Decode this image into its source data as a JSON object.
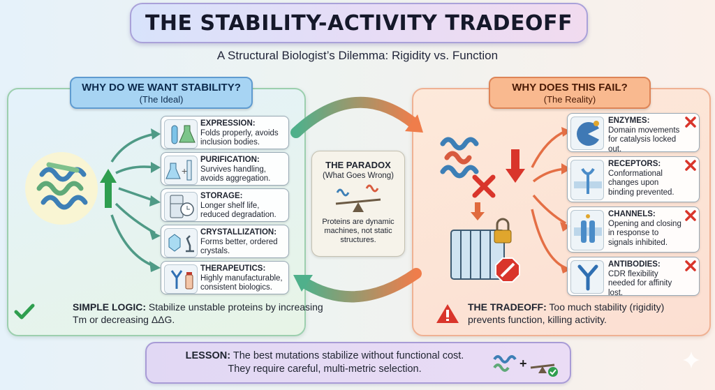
{
  "header": {
    "title": "THE STABILITY-ACTIVITY TRADEOFF",
    "subtitle": "A Structural Biologist’s Dilemma: Rigidity vs. Function"
  },
  "left": {
    "heading": "WHY DO WE WANT STABILITY?",
    "subheading": "(The Ideal)",
    "items": [
      {
        "label": "EXPRESSION:",
        "text": "Folds properly, avoids inclusion bodies.",
        "icon": "test-tube-flask-icon"
      },
      {
        "label": "PURIFICATION:",
        "text": "Survives handling, avoids aggregation.",
        "icon": "flask-column-icon"
      },
      {
        "label": "STORAGE:",
        "text": "Longer shelf life, reduced degradation.",
        "icon": "fridge-clock-icon"
      },
      {
        "label": "CRYSTALLIZATION:",
        "text": "Forms better, ordered crystals.",
        "icon": "crystal-microscope-icon"
      },
      {
        "label": "THERAPEUTICS:",
        "text": "Highly manufacturable, consistent biologics.",
        "icon": "antibody-vial-icon"
      }
    ],
    "logic_label": "SIMPLE LOGIC:",
    "logic_text": " Stabilize unstable proteins by increasing Tm or decreasing ΔΔG."
  },
  "paradox": {
    "heading": "THE PARADOX",
    "subheading": "(What Goes Wrong)",
    "text": "Proteins are dynamic machines, not static structures."
  },
  "right": {
    "heading": "WHY DOES THIS FAIL?",
    "subheading": "(The Reality)",
    "items": [
      {
        "label": "ENZYMES:",
        "text": "Domain movements for catalysis locked out.",
        "icon": "enzyme-icon"
      },
      {
        "label": "RECEPTORS:",
        "text": "Conformational changes upon binding prevented.",
        "icon": "receptor-icon"
      },
      {
        "label": "CHANNELS:",
        "text": "Opening and closing in response to signals inhibited.",
        "icon": "channel-icon"
      },
      {
        "label": "ANTIBODIES:",
        "text": "CDR flexibility needed for affinity lost.",
        "icon": "antibody-icon"
      }
    ],
    "tradeoff_label": "THE TRADEOFF:",
    "tradeoff_text": " Too much stability (rigidity) prevents function, killing activity."
  },
  "lesson": {
    "label": "LESSON:",
    "line1": " The best mutations stabilize without functional cost.",
    "line2": "They require careful, multi-metric selection."
  },
  "colors": {
    "good": "#2f9e4f",
    "bad": "#d9352b",
    "left_arrow": "#4f9a86",
    "right_arrow": "#e46f45"
  }
}
